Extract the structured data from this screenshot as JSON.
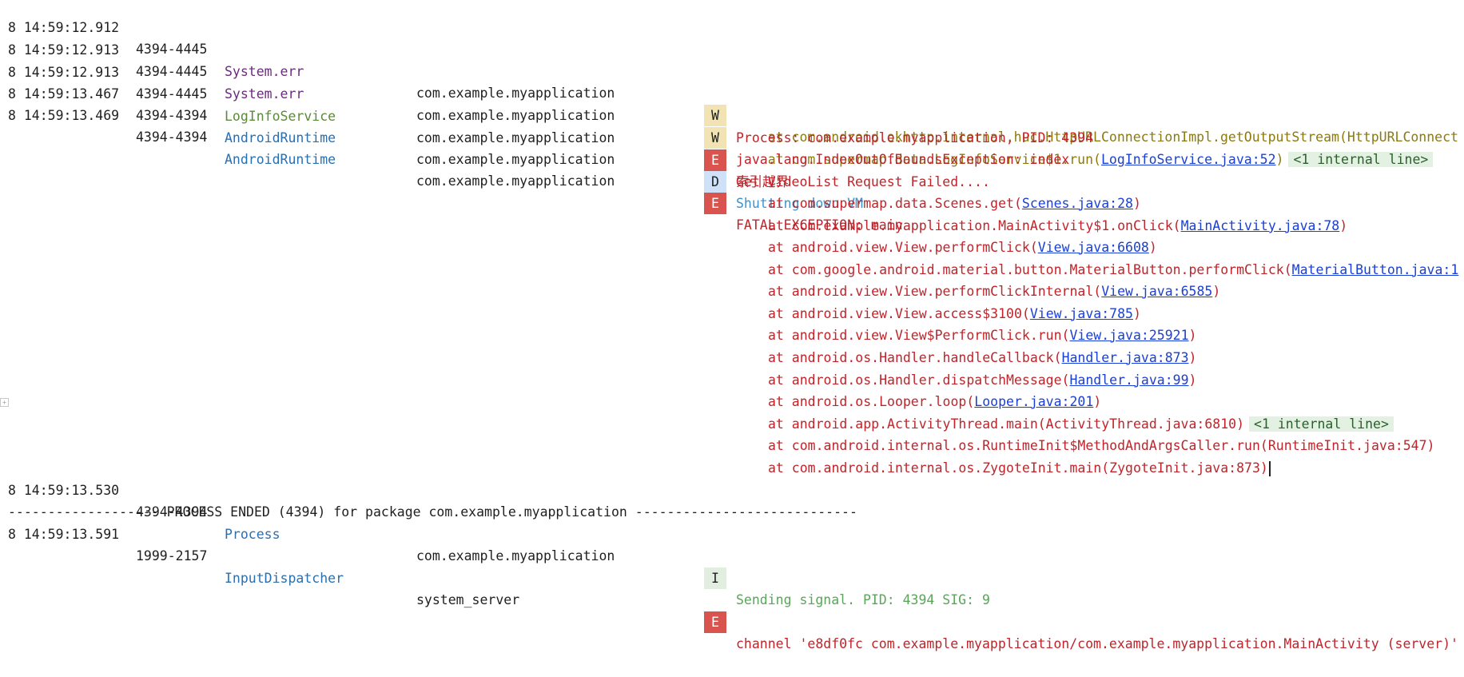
{
  "entries": [
    {
      "date": "8 14:59:12.912",
      "pid": "4394-4445",
      "tag": "System.err",
      "pkg": "com.example.myapplication",
      "level": "W",
      "msg": {
        "pre": "    at com.android.okhttp.internal.huc.HttpURLConnectionImpl.getOutputStream(HttpURLConnect",
        "link": "",
        "post": "",
        "internal": ""
      }
    },
    {
      "date": "8 14:59:12.913",
      "pid": "4394-4445",
      "tag": "System.err",
      "pkg": "com.example.myapplication",
      "level": "W",
      "msg": {
        "pre": "    at com.supermap.data.LogInfoService$1.run(",
        "link": "LogInfoService.java:52",
        "post": ")",
        "internal": "<1 internal line>"
      }
    },
    {
      "date": "8 14:59:12.913",
      "pid": "4394-4445",
      "tag": "LogInfoService",
      "pkg": "com.example.myapplication",
      "level": "E",
      "msg": {
        "pre": "Get VideoList Request Failed....",
        "link": "",
        "post": "",
        "internal": ""
      }
    },
    {
      "date": "8 14:59:13.467",
      "pid": "4394-4394",
      "tag": "AndroidRuntime",
      "pkg": "com.example.myapplication",
      "level": "D",
      "msg": {
        "pre": "Shutting down VM",
        "link": "",
        "post": "",
        "internal": ""
      }
    },
    {
      "date": "8 14:59:13.469",
      "pid": "4394-4394",
      "tag": "AndroidRuntime",
      "pkg": "com.example.myapplication",
      "level": "E",
      "msg": {
        "pre": "FATAL EXCEPTION: main",
        "link": "",
        "post": "",
        "internal": ""
      }
    }
  ],
  "exception_lines": [
    {
      "pre": "Process: com.example.myapplication, PID: 4394",
      "link": "",
      "post": "",
      "internal": ""
    },
    {
      "pre": "java.lang.IndexOutOfBoundsException: index",
      "link": "",
      "post": "",
      "internal": ""
    },
    {
      "pre": "索引越界",
      "link": "",
      "post": "",
      "internal": ""
    }
  ],
  "stack_lines": [
    {
      "pre": "at com.supermap.data.Scenes.get(",
      "link": "Scenes.java:28",
      "post": ")",
      "internal": ""
    },
    {
      "pre": "at com.example.myapplication.MainActivity$1.onClick(",
      "link": "MainActivity.java:78",
      "post": ")",
      "internal": ""
    },
    {
      "pre": "at android.view.View.performClick(",
      "link": "View.java:6608",
      "post": ")",
      "internal": ""
    },
    {
      "pre": "at com.google.android.material.button.MaterialButton.performClick(",
      "link": "MaterialButton.java:1",
      "post": "",
      "internal": ""
    },
    {
      "pre": "at android.view.View.performClickInternal(",
      "link": "View.java:6585",
      "post": ")",
      "internal": ""
    },
    {
      "pre": "at android.view.View.access$3100(",
      "link": "View.java:785",
      "post": ")",
      "internal": ""
    },
    {
      "pre": "at android.view.View$PerformClick.run(",
      "link": "View.java:25921",
      "post": ")",
      "internal": ""
    },
    {
      "pre": "at android.os.Handler.handleCallback(",
      "link": "Handler.java:873",
      "post": ")",
      "internal": ""
    },
    {
      "pre": "at android.os.Handler.dispatchMessage(",
      "link": "Handler.java:99",
      "post": ")",
      "internal": ""
    },
    {
      "pre": "at android.os.Looper.loop(",
      "link": "Looper.java:201",
      "post": ")",
      "internal": ""
    },
    {
      "pre": "at android.app.ActivityThread.main(ActivityThread.java:6810)",
      "link": "",
      "post": "",
      "internal": "<1 internal line>"
    },
    {
      "pre": "at com.android.internal.os.RuntimeInit$MethodAndArgsCaller.run(RuntimeInit.java:547)",
      "link": "",
      "post": "",
      "internal": ""
    },
    {
      "pre": "at com.android.internal.os.ZygoteInit.main(ZygoteInit.java:873)",
      "link": "",
      "post": "",
      "internal": ""
    }
  ],
  "entries_after": [
    {
      "date": "8 14:59:13.530",
      "pid": "4394-4394",
      "tag": "Process",
      "pkg": "com.example.myapplication",
      "level": "I",
      "msg": {
        "pre": "Sending signal. PID: 4394 SIG: 9",
        "link": "",
        "post": "",
        "internal": ""
      }
    }
  ],
  "separator": "------------------- PROCESS ENDED (4394) for package com.example.myapplication ----------------------------",
  "entries_last": [
    {
      "date": "8 14:59:13.591",
      "pid": "1999-2157",
      "tag": "InputDispatcher",
      "pkg": "system_server",
      "level": "E",
      "msg": {
        "pre": "channel 'e8df0fc com.example.myapplication/com.example.myapplication.MainActivity (server)'",
        "link": "",
        "post": "",
        "internal": ""
      }
    }
  ],
  "colors": {
    "error": "#c0242a",
    "warn": "#8a7a10",
    "debug": "#3d93cc",
    "info": "#5aa55a",
    "link": "#1a3fd6"
  }
}
